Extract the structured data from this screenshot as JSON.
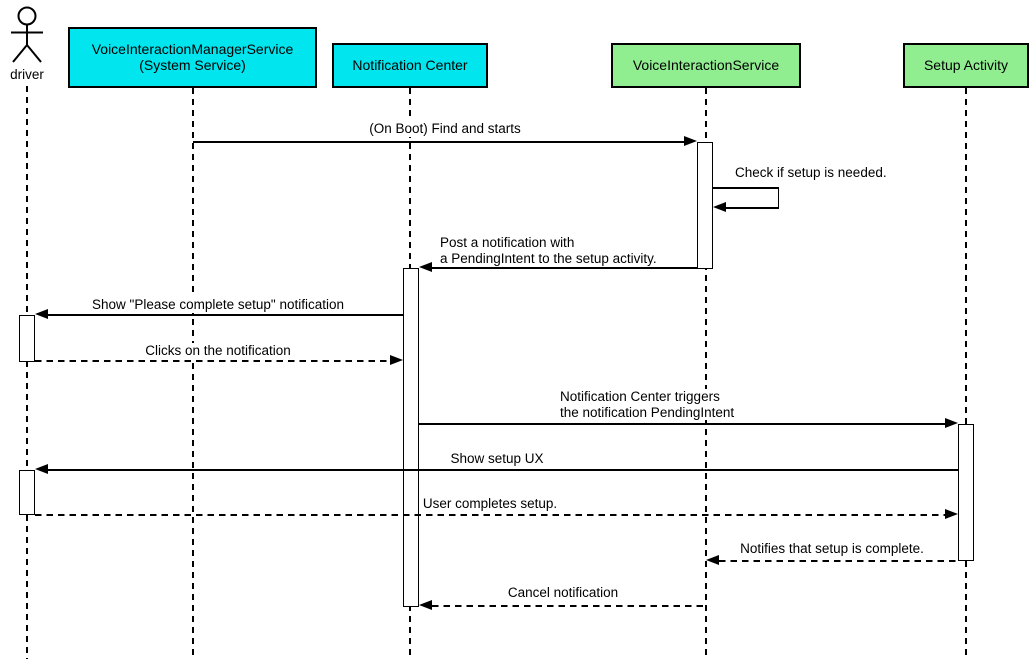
{
  "diagram_type": "uml-sequence",
  "colors": {
    "participant_cyan": "#00e5ee",
    "participant_green": "#90ee90",
    "stroke": "#000000",
    "background": "#ffffff"
  },
  "participants": [
    {
      "id": "driver",
      "kind": "actor",
      "label": "driver"
    },
    {
      "id": "voice-interaction-manager-service",
      "kind": "box",
      "line1": "VoiceInteractionManagerService",
      "line2": "(System Service)",
      "fill": "#00e5ee"
    },
    {
      "id": "notification-center",
      "kind": "box",
      "label": "Notification Center",
      "fill": "#00e5ee"
    },
    {
      "id": "voice-interaction-service",
      "kind": "box",
      "label": "VoiceInteractionService",
      "fill": "#90ee90"
    },
    {
      "id": "setup-activity",
      "kind": "box",
      "label": "Setup Activity",
      "fill": "#90ee90"
    }
  ],
  "messages": [
    {
      "from": "VoiceInteractionManagerService",
      "to": "VoiceInteractionService",
      "style": "solid",
      "label": "(On Boot) Find and starts"
    },
    {
      "from": "VoiceInteractionService",
      "to": "VoiceInteractionService",
      "style": "solid",
      "label": "Check if setup is needed."
    },
    {
      "from": "VoiceInteractionService",
      "to": "Notification Center",
      "style": "solid",
      "line1": "Post a notification with",
      "line2": "a PendingIntent to the setup activity."
    },
    {
      "from": "Notification Center",
      "to": "driver",
      "style": "solid",
      "label": "Show \"Please complete setup\" notification"
    },
    {
      "from": "driver",
      "to": "Notification Center",
      "style": "dashed",
      "label": "Clicks on the notification"
    },
    {
      "from": "Notification Center",
      "to": "Setup Activity",
      "style": "solid",
      "line1": "Notification Center triggers",
      "line2": "the notification PendingIntent"
    },
    {
      "from": "Setup Activity",
      "to": "driver",
      "style": "solid",
      "label": "Show setup UX"
    },
    {
      "from": "driver",
      "to": "Setup Activity",
      "style": "dashed",
      "label": "User completes setup."
    },
    {
      "from": "Setup Activity",
      "to": "VoiceInteractionService",
      "style": "dashed",
      "label": "Notifies that setup is complete."
    },
    {
      "from": "VoiceInteractionService",
      "to": "Notification Center",
      "style": "dashed",
      "label": "Cancel notification"
    }
  ]
}
